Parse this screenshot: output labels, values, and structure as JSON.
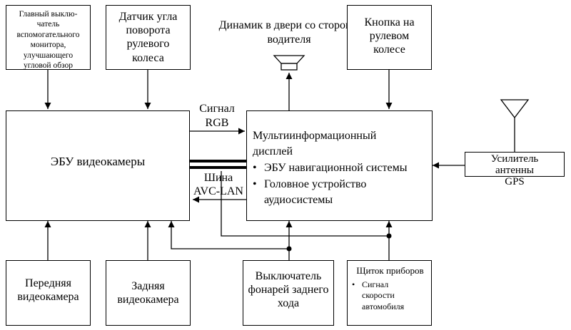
{
  "blocks": {
    "main_switch": "Главный выклю-чатель вспомогательного монитора, улучшающего угловой обзор",
    "steering_sensor": "Датчик угла поворота рулевого колеса",
    "speaker": "Динамик в двери со стороны водителя",
    "steering_button": "Кнопка на рулевом колесе",
    "camera_ecu": "ЭБУ видеокамеры",
    "mid": {
      "title": "Мультиинформационный дисплей",
      "items": [
        "ЭБУ навигационной системы",
        "Головное устройство аудиосистемы"
      ]
    },
    "gps_amp": "Усилитель антенны GPS",
    "front_camera": "Передняя видеокамера",
    "rear_camera": "Задняя видеокамера",
    "reverse_switch": "Выключатель фонарей заднего хода",
    "instrument_panel": {
      "title": "Щиток приборов",
      "items": [
        "Сигнал скорости автомобиля"
      ]
    }
  },
  "labels": {
    "rgb_signal": "Сигнал RGB",
    "avc_bus": "Шина AVC-LAN"
  }
}
